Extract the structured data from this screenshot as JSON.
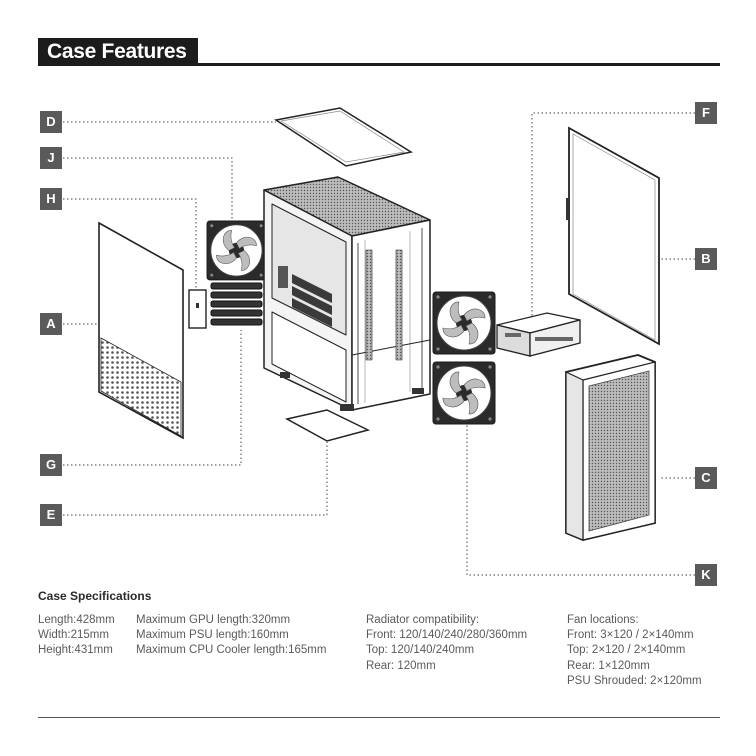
{
  "title": "Case Features",
  "labels": {
    "A": "A",
    "B": "B",
    "C": "C",
    "D": "D",
    "E": "E",
    "F": "F",
    "G": "G",
    "H": "H",
    "J": "J",
    "K": "K"
  },
  "specs": {
    "heading": "Case Specifications",
    "dimensions": [
      "Length:428mm",
      "Width:215mm",
      "Height:431mm"
    ],
    "maximums": [
      "Maximum GPU length:320mm",
      "Maximum PSU length:160mm",
      "Maximum CPU Cooler length:165mm"
    ],
    "radiator": [
      "Radiator compatibility:",
      "Front: 120/140/240/280/360mm",
      "Top: 120/140/240mm",
      "Rear: 120mm"
    ],
    "fans": [
      "Fan locations:",
      "Front: 3×120 / 2×140mm",
      "Top: 2×120 / 2×140mm",
      "Rear: 1×120mm",
      "PSU Shrouded: 2×120mm"
    ]
  }
}
